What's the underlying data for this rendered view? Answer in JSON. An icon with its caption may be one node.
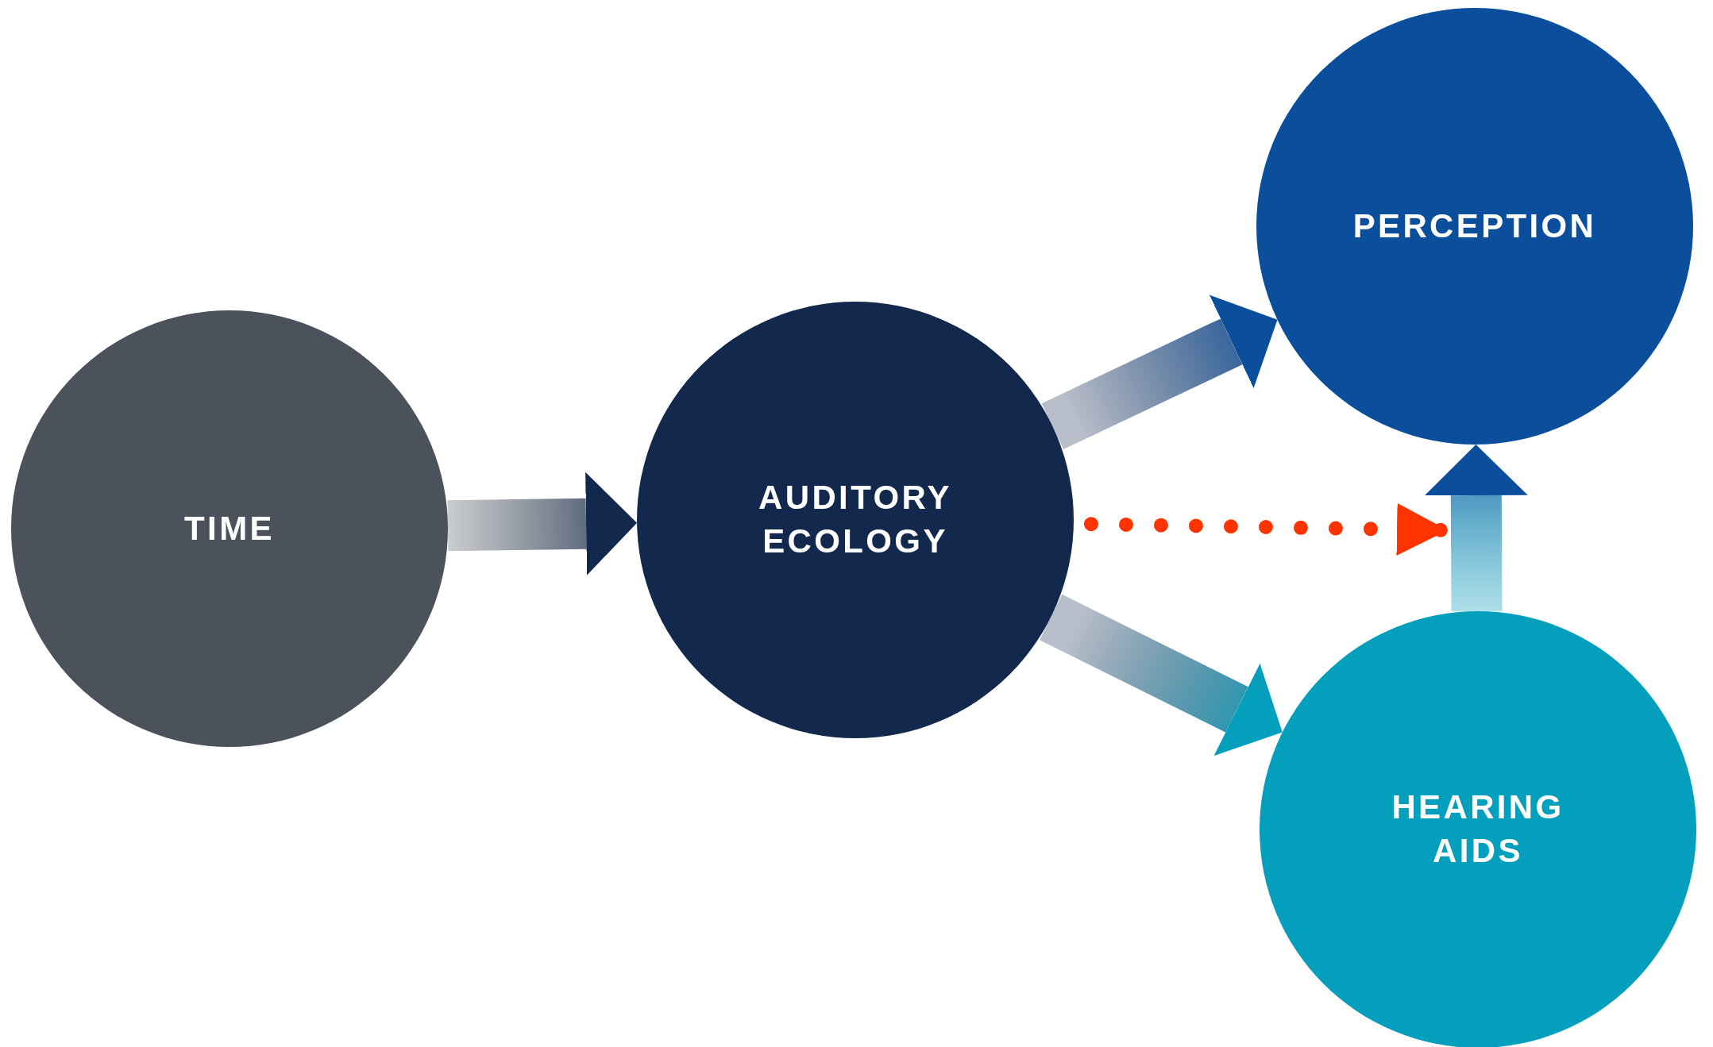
{
  "diagram": {
    "nodes": [
      {
        "text": [
          "TIME"
        ]
      },
      {
        "text": [
          "AUDITORY ECOLOGY"
        ]
      },
      {
        "text": [
          "PERCEPTION"
        ]
      },
      {
        "text": [
          "HEARING AIDS"
        ]
      }
    ],
    "edges": [
      {
        "from": 0,
        "to": 1,
        "arrow": "to",
        "style": "thick"
      },
      {
        "from": 1,
        "to": 2,
        "arrow": "to",
        "style": "thick"
      },
      {
        "from": 1,
        "to": 3,
        "arrow": "to",
        "style": "thick"
      },
      {
        "from": 1,
        "to": null,
        "arrow": "to",
        "style": "dashed",
        "color": "#ff3300"
      },
      {
        "from": 3,
        "to": 2,
        "arrow": "to",
        "style": "thick"
      }
    ]
  }
}
